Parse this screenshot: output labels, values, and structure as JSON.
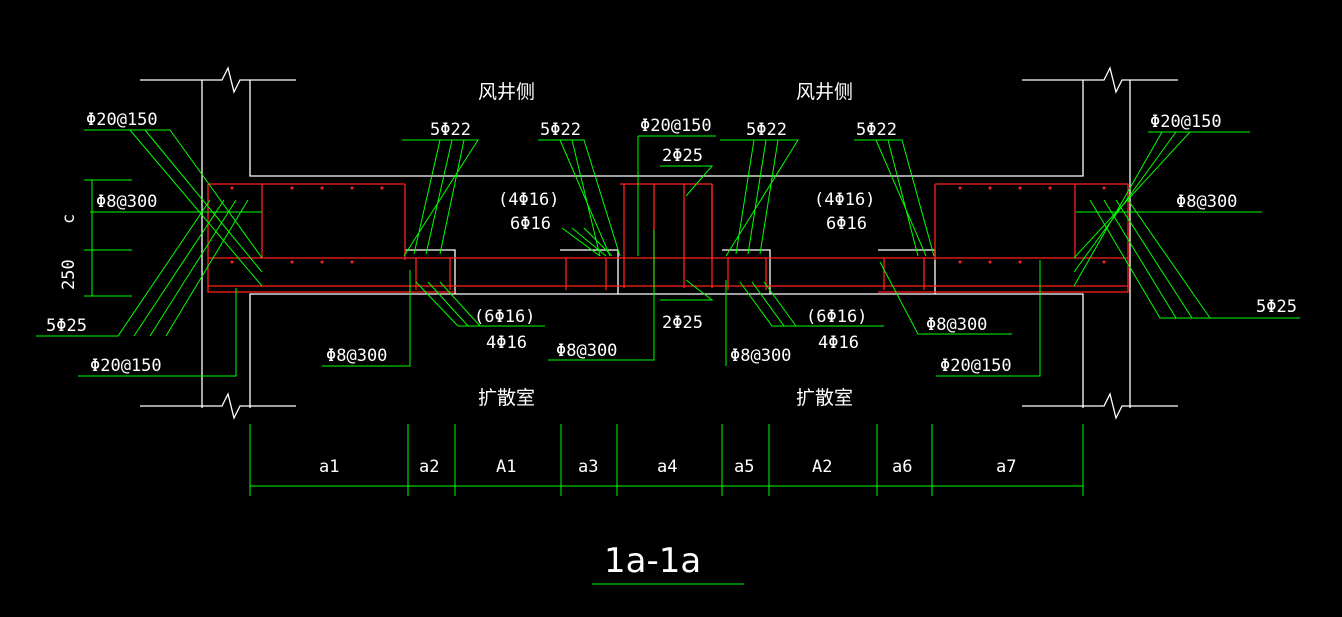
{
  "title": "1a-1a",
  "zones": {
    "top_left": "风井侧",
    "top_right": "风井侧",
    "bottom_left": "扩散室",
    "bottom_right": "扩散室"
  },
  "rebar_labels": {
    "left_top_phi20": "Φ20@150",
    "left_phi8": "Φ8@300",
    "left_5phi25": "5Φ25",
    "left_bottom_phi20": "Φ20@150",
    "c_label": "c",
    "dim_250": "250",
    "a_5phi22": "5Φ22",
    "b_5phi22": "5Φ22",
    "center_phi20": "Φ20@150",
    "center_2phi25_top": "2Φ25",
    "c_5phi22": "5Φ22",
    "d_5phi22": "5Φ22",
    "right_top_phi20": "Φ20@150",
    "right_phi8": "Φ8@300",
    "right_5phi25": "5Φ25",
    "left_4phi16_paren": "(4Φ16)",
    "left_6phi16": "6Φ16",
    "right_4phi16_paren": "(4Φ16)",
    "right_6phi16": "6Φ16",
    "left_6phi16_paren": "(6Φ16)",
    "left_4phi16": "4Φ16",
    "left_phi8_bottom": "Φ8@300",
    "center_phi8_bottom": "Φ8@300",
    "center_2phi25_bottom": "2Φ25",
    "right_phi8_bottom": "Φ8@300",
    "right_6phi16_paren": "(6Φ16)",
    "right_4phi16": "4Φ16",
    "right2_phi8": "Φ8@300",
    "right2_phi20": "Φ20@150"
  },
  "dimensions": [
    "a1",
    "a2",
    "A1",
    "a3",
    "a4",
    "a5",
    "A2",
    "a6",
    "a7"
  ],
  "colors": {
    "background": "#000000",
    "concrete_outline": "#ffffff",
    "rebar": "#ff2020",
    "annotation": "#00ff00",
    "text": "#ffffff"
  }
}
